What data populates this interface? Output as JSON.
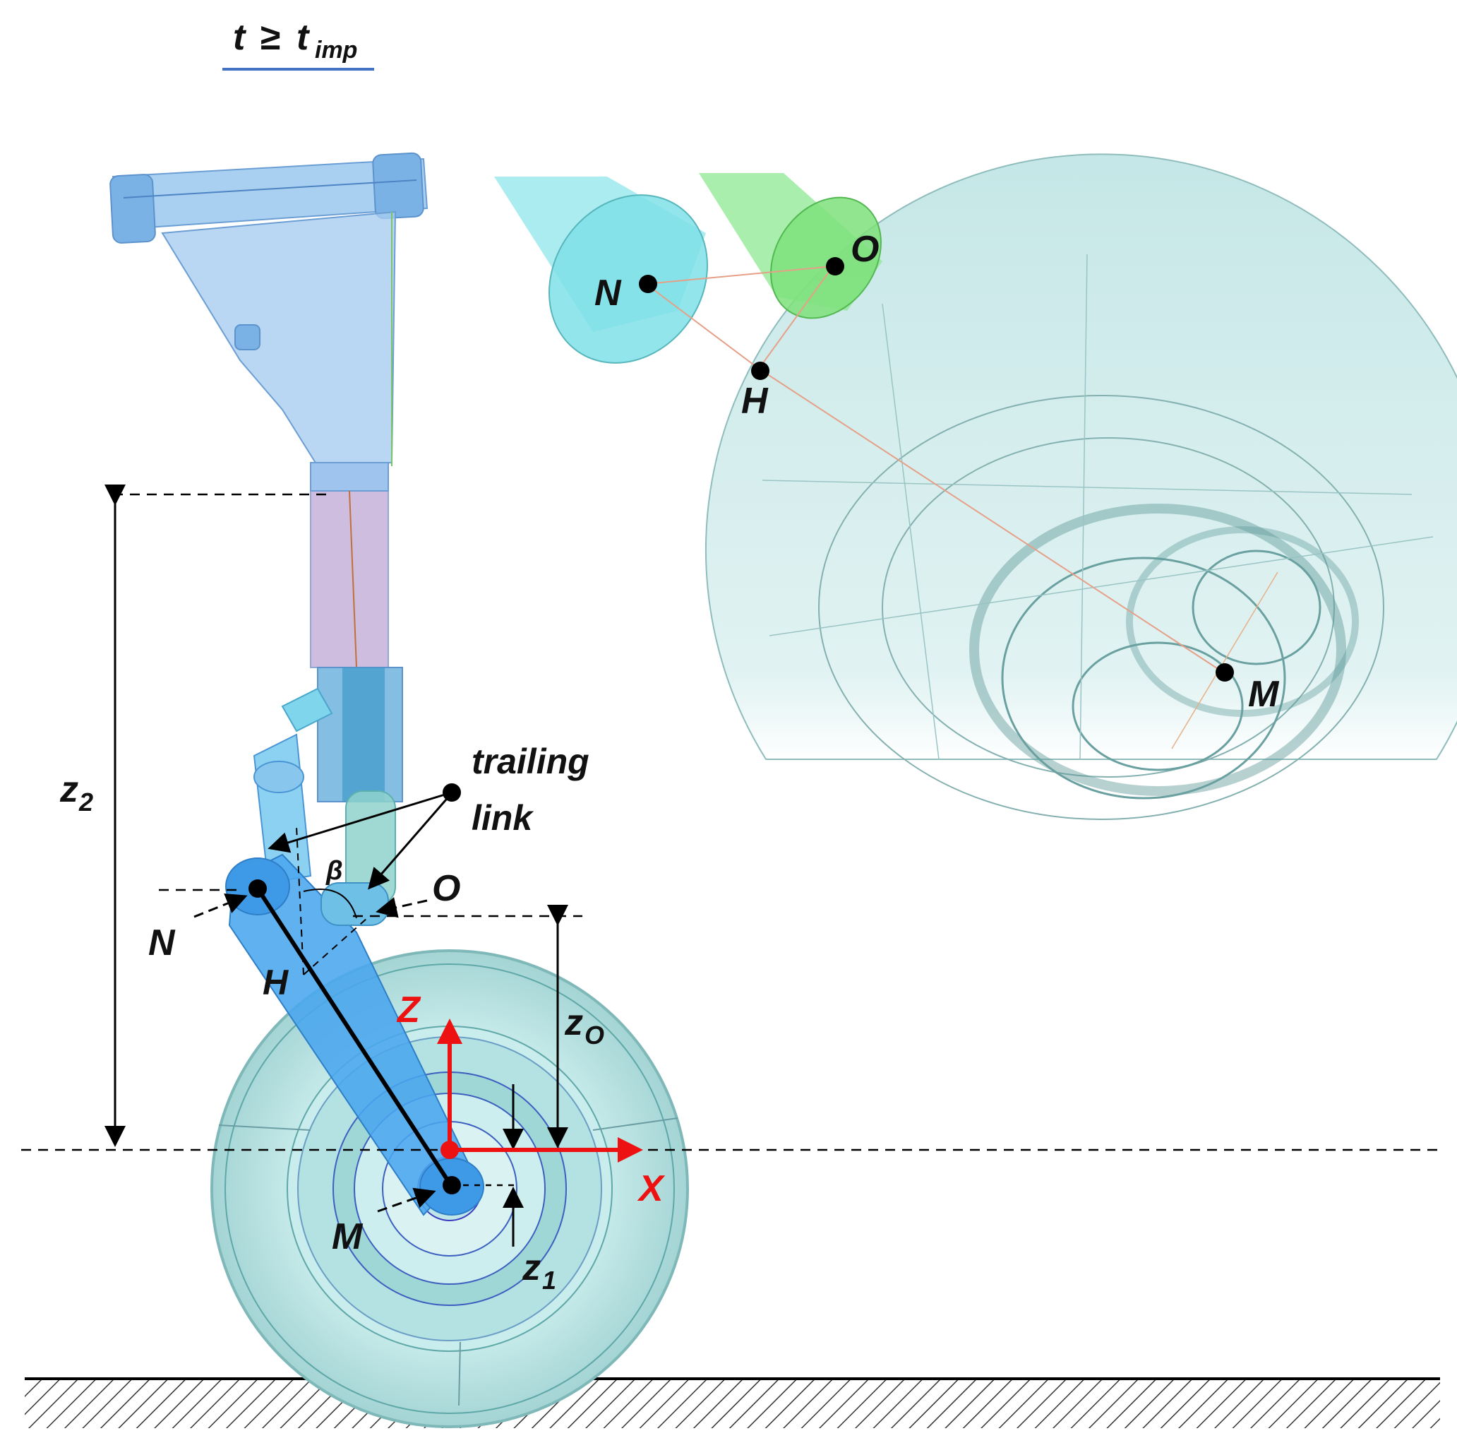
{
  "title": {
    "t": "t",
    "geq": "≥",
    "t_imp_base": "t",
    "t_imp_sub": "imp"
  },
  "labels": {
    "trailing_line1": "trailing",
    "trailing_line2": "link",
    "beta": "β",
    "N": "N",
    "O": "O",
    "H": "H",
    "M": "M",
    "X": "X",
    "Z": "Z",
    "z2_base": "z",
    "z2_sub": "2",
    "z1_base": "z",
    "z1_sub": "1",
    "zO_base": "z",
    "zO_sub": "O"
  },
  "inset": {
    "N": "N",
    "O": "O",
    "H": "H",
    "M": "M"
  },
  "colors": {
    "axis_red": "#ee1111",
    "strut_blue": "#6fa8e8",
    "wheel_cyan": "#bfeeee",
    "inset_cyan": "#7fe6ea",
    "inset_green": "#7ee07a",
    "tyre_grey": "#a8d2d4"
  }
}
